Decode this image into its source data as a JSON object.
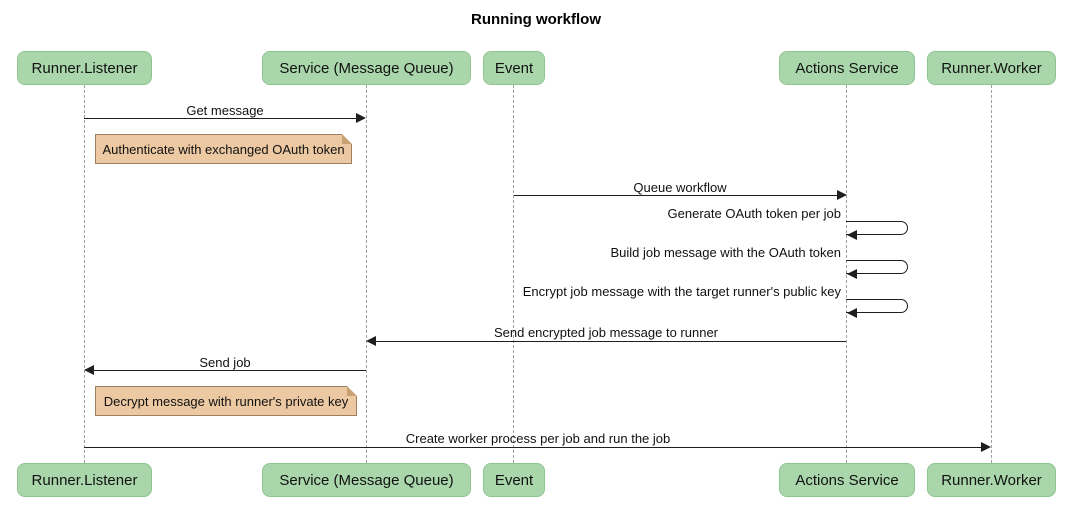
{
  "title": "Running workflow",
  "participants": [
    {
      "id": "runner-listener",
      "label": "Runner.Listener"
    },
    {
      "id": "service-message-queue",
      "label": "Service (Message Queue)"
    },
    {
      "id": "event",
      "label": "Event"
    },
    {
      "id": "actions-service",
      "label": "Actions Service"
    },
    {
      "id": "runner-worker",
      "label": "Runner.Worker"
    }
  ],
  "messages": [
    {
      "from": "Runner.Listener",
      "to": "Service (Message Queue)",
      "type": "solid-arrow",
      "label": "Get message"
    },
    {
      "from": "Event",
      "to": "Actions Service",
      "type": "solid-arrow",
      "label": "Queue workflow"
    },
    {
      "from": "Actions Service",
      "to": "Actions Service",
      "type": "self",
      "label": "Generate OAuth token per job"
    },
    {
      "from": "Actions Service",
      "to": "Actions Service",
      "type": "self",
      "label": "Build job message with the OAuth token"
    },
    {
      "from": "Actions Service",
      "to": "Actions Service",
      "type": "self",
      "label": "Encrypt job message with the target runner's public key"
    },
    {
      "from": "Actions Service",
      "to": "Service (Message Queue)",
      "type": "solid-arrow",
      "label": "Send encrypted job message to runner"
    },
    {
      "from": "Service (Message Queue)",
      "to": "Runner.Listener",
      "type": "solid-arrow",
      "label": "Send job"
    },
    {
      "from": "Runner.Listener",
      "to": "Runner.Worker",
      "type": "solid-arrow",
      "label": "Create worker process per job and run the job"
    }
  ],
  "notes": [
    {
      "over": "Runner.Listener",
      "label": "Authenticate with exchanged OAuth token"
    },
    {
      "over": "Runner.Listener",
      "label": "Decrypt message with runner's private key"
    }
  ],
  "colors": {
    "participant_fill": "#a9d7ab",
    "participant_border": "#8fc491",
    "note_fill": "#ecc9a2",
    "note_border": "#9c8060",
    "line": "#1f1f1f",
    "lifeline": "#9aa0a6",
    "background": "#ffffff"
  }
}
